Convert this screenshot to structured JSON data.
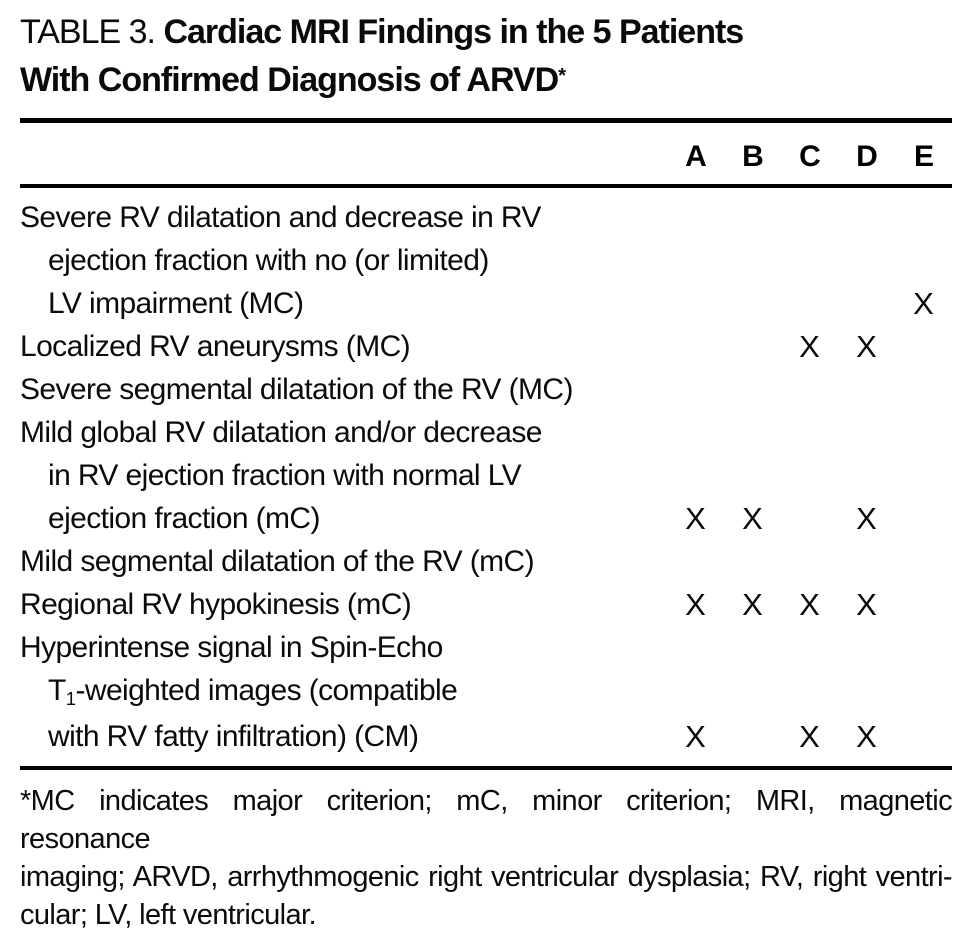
{
  "title": {
    "prefix": "TABLE 3.",
    "line1_bold": "Cardiac MRI Findings in the 5 Patients",
    "line2_bold": "With Confirmed Diagnosis of ARVD",
    "footnote_marker": "*"
  },
  "table": {
    "columns": [
      "A",
      "B",
      "C",
      "D",
      "E"
    ],
    "rows": [
      {
        "lines": [
          "Severe RV dilatation and decrease in RV",
          "ejection fraction with no (or limited)",
          "LV impairment (MC)"
        ],
        "marks": {
          "A": "",
          "B": "",
          "C": "",
          "D": "",
          "E": "X"
        }
      },
      {
        "lines": [
          "Localized RV aneurysms (MC)"
        ],
        "marks": {
          "A": "",
          "B": "",
          "C": "X",
          "D": "X",
          "E": ""
        }
      },
      {
        "lines": [
          "Severe segmental dilatation of the RV (MC)"
        ],
        "marks": {
          "A": "",
          "B": "",
          "C": "",
          "D": "",
          "E": ""
        }
      },
      {
        "lines": [
          "Mild global RV dilatation and/or decrease",
          "in RV ejection fraction with normal LV",
          "ejection fraction (mC)"
        ],
        "marks": {
          "A": "X",
          "B": "X",
          "C": "",
          "D": "X",
          "E": ""
        }
      },
      {
        "lines": [
          "Mild segmental dilatation of the RV (mC)"
        ],
        "marks": {
          "A": "",
          "B": "",
          "C": "",
          "D": "",
          "E": ""
        }
      },
      {
        "lines": [
          "Regional RV hypokinesis (mC)"
        ],
        "marks": {
          "A": "X",
          "B": "X",
          "C": "X",
          "D": "X",
          "E": ""
        }
      },
      {
        "lines": [
          "Hyperintense signal in Spin-Echo",
          {
            "pre": "T",
            "sub": "1",
            "post": "-weighted images (compatible"
          },
          "with RV fatty infiltration) (CM)"
        ],
        "marks": {
          "A": "X",
          "B": "",
          "C": "X",
          "D": "X",
          "E": ""
        }
      }
    ]
  },
  "footnote": {
    "lines": [
      "*MC indicates major criterion; mC, minor criterion; MRI, magnetic resonance",
      "imaging; ARVD, arrhythmogenic right ventricular dysplasia; RV, right ventri-",
      "cular; LV, left ventricular."
    ]
  },
  "colors": {
    "background": "#ffffff",
    "text": "#0b0b0b",
    "rule": "#000000"
  }
}
